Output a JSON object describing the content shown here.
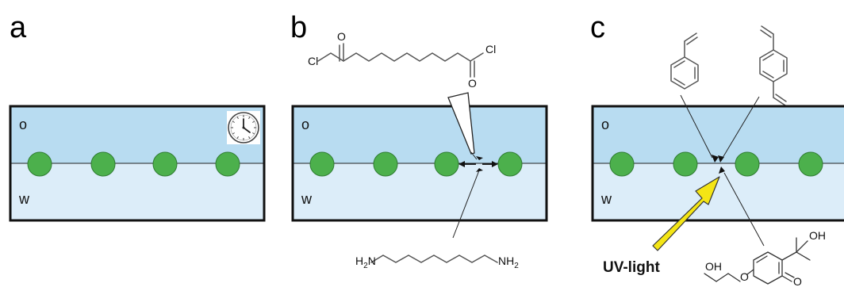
{
  "colors": {
    "oil_phase": "#b8dcf1",
    "water_phase": "#dcedf9",
    "particle": "#4cb04c",
    "particle_outline": "#2f7c31",
    "frame": "#111111",
    "uv_arrow": "#f4e515"
  },
  "panels": {
    "a": {
      "label": "a",
      "oil_label": "o",
      "water_label": "w",
      "icon": "clock-icon"
    },
    "b": {
      "label": "b",
      "oil_label": "o",
      "water_label": "w",
      "acyl_chloride": {
        "cl_left": "Cl",
        "o_left": "O",
        "cl_right": "Cl",
        "o_right": "O"
      },
      "diamine": {
        "h2n_h": "H",
        "h2n_sub": "2",
        "h2n_n": "N",
        "nh2_nh": "NH",
        "nh2_sub": "2"
      }
    },
    "c": {
      "label": "c",
      "oil_label": "o",
      "water_label": "w",
      "uv_label": "UV-light",
      "initiator": {
        "oh_left": "OH",
        "o_ether": "O",
        "oh_right": "OH",
        "o_ketone": "O"
      }
    }
  }
}
